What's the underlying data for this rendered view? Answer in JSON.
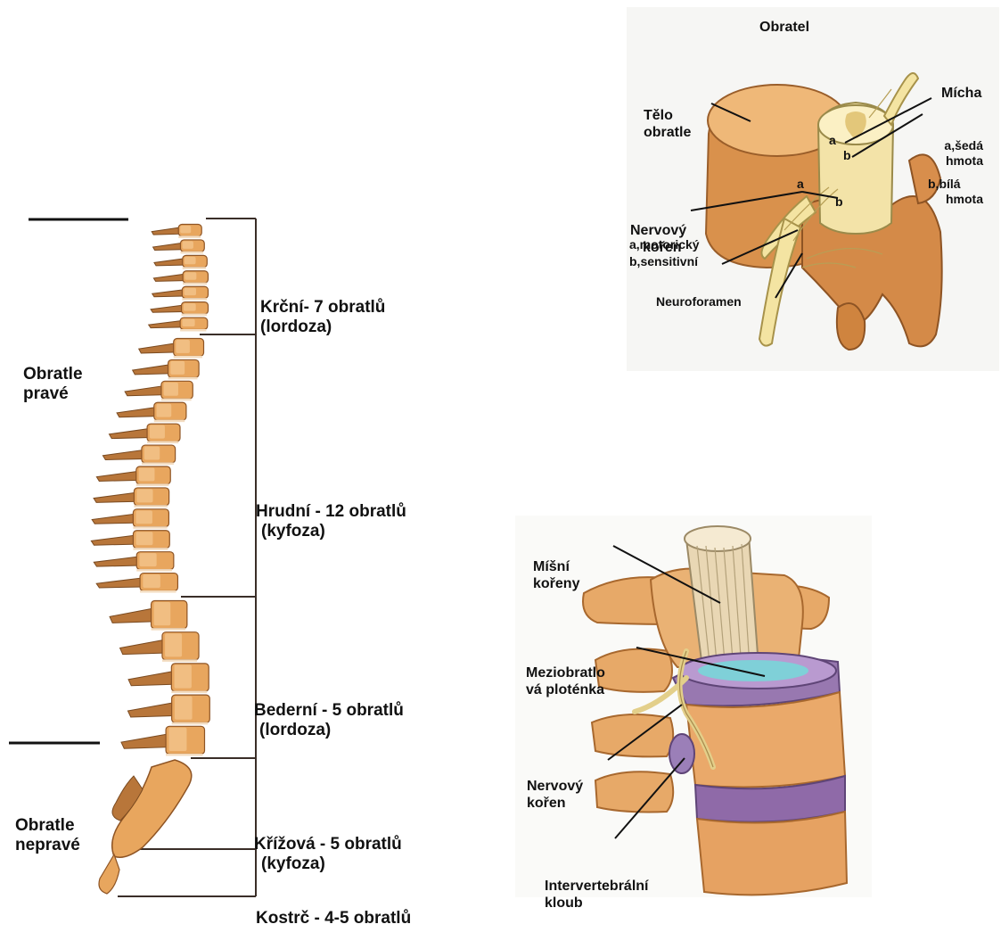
{
  "spine": {
    "regions": [
      {
        "name": "Krční- 7 obratlů",
        "curve": "(lordoza)"
      },
      {
        "name": "Hrudní - 12 obratlů",
        "curve": "(kyfoza)"
      },
      {
        "name": "Bederní - 5 obratlů",
        "curve": "(lordoza)"
      },
      {
        "name": "Křížová - 5 obratlů",
        "curve": "(kyfoza)"
      },
      {
        "name": "Kostrč - 4-5 obratlů",
        "curve": ""
      }
    ],
    "groups": [
      {
        "line1": "Obratle",
        "line2": "pravé"
      },
      {
        "line1": "Obratle",
        "line2": "nepravé"
      }
    ]
  },
  "vertebra": {
    "title": "Obratel",
    "body_label": [
      "Tělo",
      "obratle"
    ],
    "cord_label": "Mícha",
    "cord_a": [
      "a,šedá",
      "hmota"
    ],
    "cord_b": [
      "b,bílá",
      "hmota"
    ],
    "root_label": [
      "Nervový",
      "kořen"
    ],
    "root_a": "a,motorický",
    "root_b": "b,sensitivní",
    "foramen_label": "Neuroforamen",
    "marker_a": "a",
    "marker_b": "b"
  },
  "segment": {
    "roots_label": [
      "Míšní",
      "kořeny"
    ],
    "disc_label": [
      "Meziobratlo",
      "vá ploténka"
    ],
    "nerve_label": [
      "Nervový",
      "kořen"
    ],
    "joint_label": [
      "Intervertebrální",
      "kloub"
    ]
  },
  "colors": {
    "bone": "#e8a65e",
    "bone_dark": "#b8763a",
    "bone_light": "#f6cf9b",
    "disc": "#8c6aa6",
    "disc_top": "#7fd0d8",
    "nerve": "#f1e1a0",
    "bracket": "#3a2e28"
  }
}
